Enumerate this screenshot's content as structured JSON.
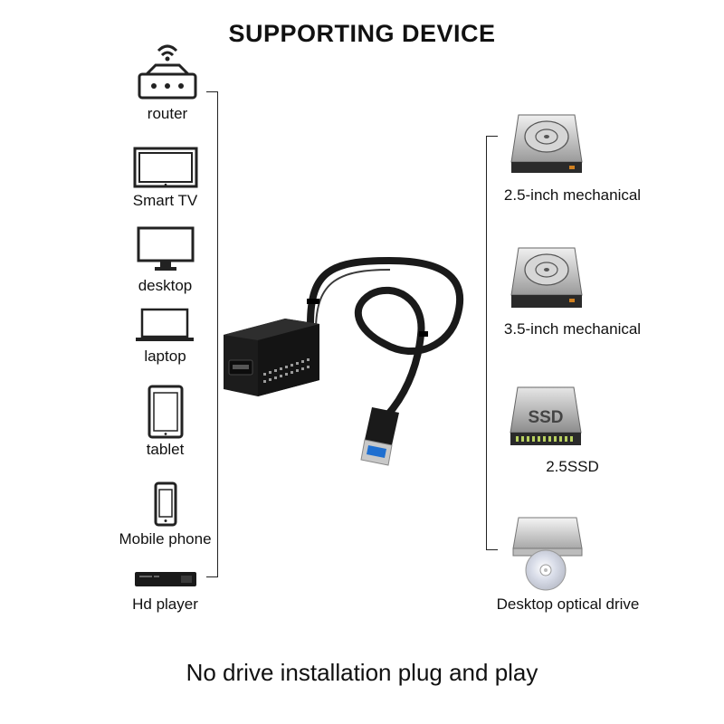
{
  "title": "SUPPORTING DEVICE",
  "footer": "No drive installation plug and play",
  "left_devices": [
    {
      "label": "router",
      "icon": "router-icon"
    },
    {
      "label": "Smart TV",
      "icon": "tv-icon"
    },
    {
      "label": "desktop",
      "icon": "monitor-icon"
    },
    {
      "label": "laptop",
      "icon": "laptop-icon"
    },
    {
      "label": "tablet",
      "icon": "tablet-icon"
    },
    {
      "label": "Mobile phone",
      "icon": "phone-icon"
    },
    {
      "label": "Hd player",
      "icon": "hd-player-icon"
    }
  ],
  "right_devices": [
    {
      "label": "2.5-inch mechanical",
      "icon": "hard-drive-icon"
    },
    {
      "label": "3.5-inch mechanical",
      "icon": "hard-drive-icon"
    },
    {
      "label": "2.5SSD",
      "icon": "ssd-icon",
      "badge": "SSD"
    },
    {
      "label": "Desktop optical drive",
      "icon": "optical-drive-icon"
    }
  ],
  "product": {
    "icon": "usb-ide-sata-adapter-cable"
  },
  "colors": {
    "text": "#111111",
    "line": "#222222",
    "usb_blue": "#1f6fd0",
    "cable": "#1a1a1a"
  }
}
